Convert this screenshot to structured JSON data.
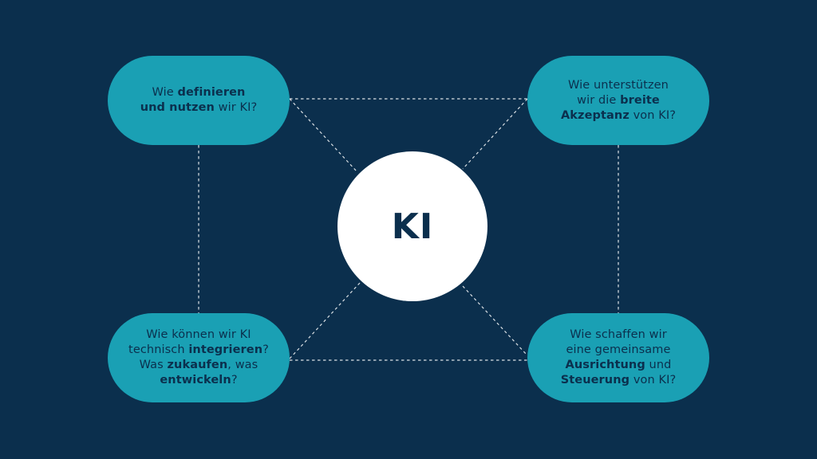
{
  "colors": {
    "background": "#0b2f4d",
    "pill": "#1aa0b4",
    "center": "#ffffff",
    "text": "#0b2f4d"
  },
  "center": {
    "label": "KI"
  },
  "nodes": {
    "top_left": {
      "lines": [
        [
          {
            "t": "Wie ",
            "b": false
          },
          {
            "t": "definieren",
            "b": true
          }
        ],
        [
          {
            "t": "und nutzen",
            "b": true
          },
          {
            "t": " wir KI?",
            "b": false
          }
        ]
      ]
    },
    "top_right": {
      "lines": [
        [
          {
            "t": "Wie unterstützen",
            "b": false
          }
        ],
        [
          {
            "t": "wir die ",
            "b": false
          },
          {
            "t": "breite",
            "b": true
          }
        ],
        [
          {
            "t": "Akzeptanz",
            "b": true
          },
          {
            "t": " von KI?",
            "b": false
          }
        ]
      ]
    },
    "bottom_left": {
      "lines": [
        [
          {
            "t": "Wie können wir KI",
            "b": false
          }
        ],
        [
          {
            "t": "technisch ",
            "b": false
          },
          {
            "t": "integrieren",
            "b": true
          },
          {
            "t": "?",
            "b": false
          }
        ],
        [
          {
            "t": "Was ",
            "b": false
          },
          {
            "t": "zukaufen",
            "b": true
          },
          {
            "t": ", was",
            "b": false
          }
        ],
        [
          {
            "t": "entwickeln",
            "b": true
          },
          {
            "t": "?",
            "b": false
          }
        ]
      ]
    },
    "bottom_right": {
      "lines": [
        [
          {
            "t": "Wie schaffen wir",
            "b": false
          }
        ],
        [
          {
            "t": "eine gemeinsame",
            "b": false
          }
        ],
        [
          {
            "t": "Ausrichtung",
            "b": true
          },
          {
            "t": " und",
            "b": false
          }
        ],
        [
          {
            "t": "Steuerung",
            "b": true
          },
          {
            "t": " von KI?",
            "b": false
          }
        ]
      ]
    }
  }
}
